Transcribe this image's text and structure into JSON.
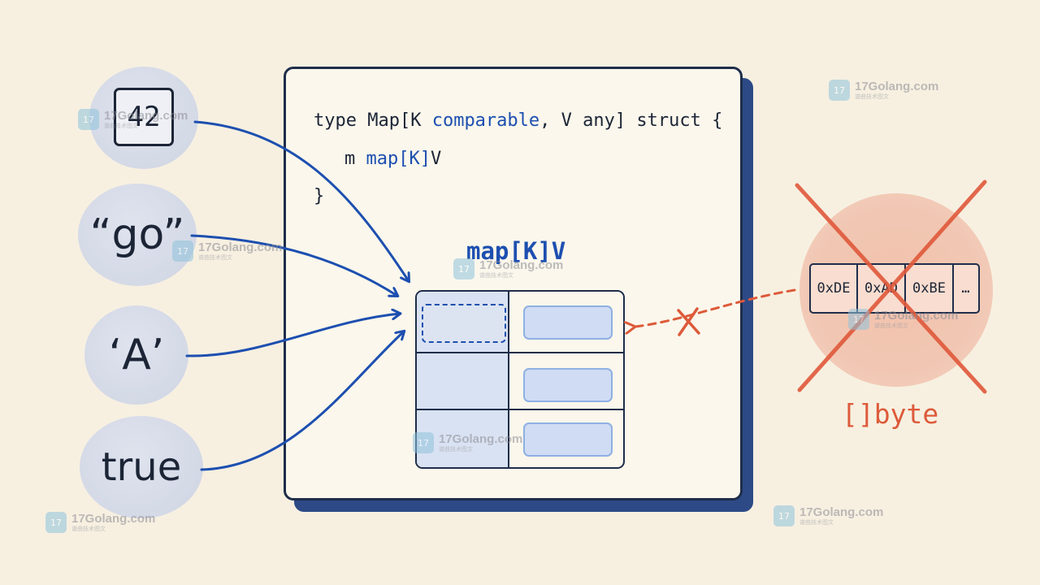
{
  "keys": [
    "42",
    "“go”",
    "‘A’",
    "true"
  ],
  "code": {
    "line1_a": "type Map[K ",
    "line1_b": "comparable",
    "line1_c": ", V any] struct {",
    "line2_a": "m ",
    "line2_b": "map[K]",
    "line2_c": "V",
    "line3": "}"
  },
  "map_title": "map[K]V",
  "byte_slice": {
    "cells": [
      "0xDE",
      "0xAD",
      "0xBE",
      "…"
    ],
    "label": "[]byte"
  },
  "watermark": {
    "text": "17Golang.com",
    "sub": "谱曲技术图文",
    "logo": "17"
  },
  "colors": {
    "background": "#f7f0e1",
    "accent_blue": "#1d4fb0",
    "reject_red": "#dd5a3a",
    "bubble": "#d4d9e6"
  }
}
